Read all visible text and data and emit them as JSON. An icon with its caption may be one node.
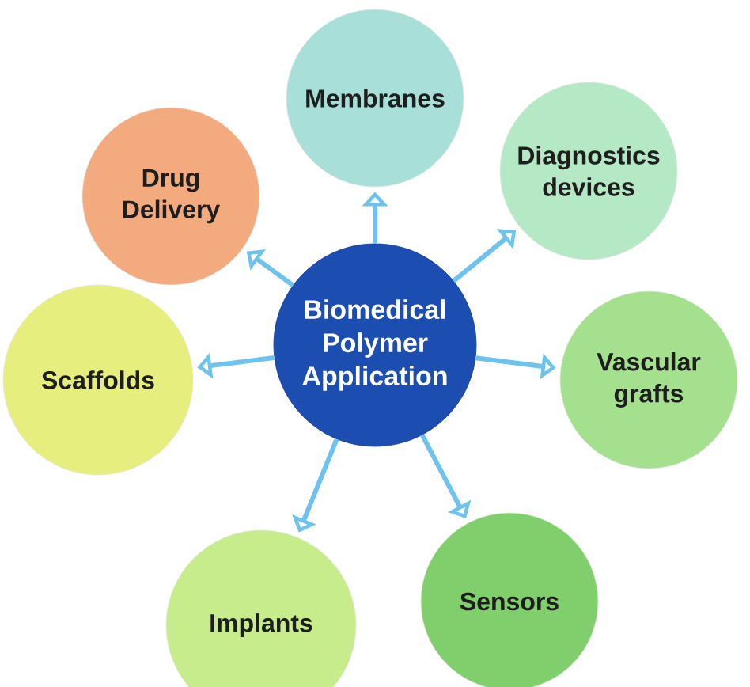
{
  "diagram": {
    "nodes": [
      {
        "text": [
          "Biomedical Polymer Application"
        ]
      },
      {
        "text": [
          "Membranes"
        ]
      },
      {
        "text": [
          "Diagnostics devices"
        ]
      },
      {
        "text": [
          "Vascular grafts"
        ]
      },
      {
        "text": [
          "Sensors"
        ]
      },
      {
        "text": [
          "Implants"
        ]
      },
      {
        "text": [
          "Scaffolds"
        ]
      },
      {
        "text": [
          "Drug Delivery"
        ]
      }
    ],
    "edges": [
      {
        "from": 0,
        "to": 1,
        "arrow": "to"
      },
      {
        "from": 0,
        "to": 2,
        "arrow": "to"
      },
      {
        "from": 0,
        "to": 3,
        "arrow": "to"
      },
      {
        "from": 0,
        "to": 4,
        "arrow": "to"
      },
      {
        "from": 0,
        "to": 5,
        "arrow": "to"
      },
      {
        "from": 0,
        "to": 6,
        "arrow": "to"
      },
      {
        "from": 0,
        "to": 7,
        "arrow": "to"
      }
    ]
  }
}
